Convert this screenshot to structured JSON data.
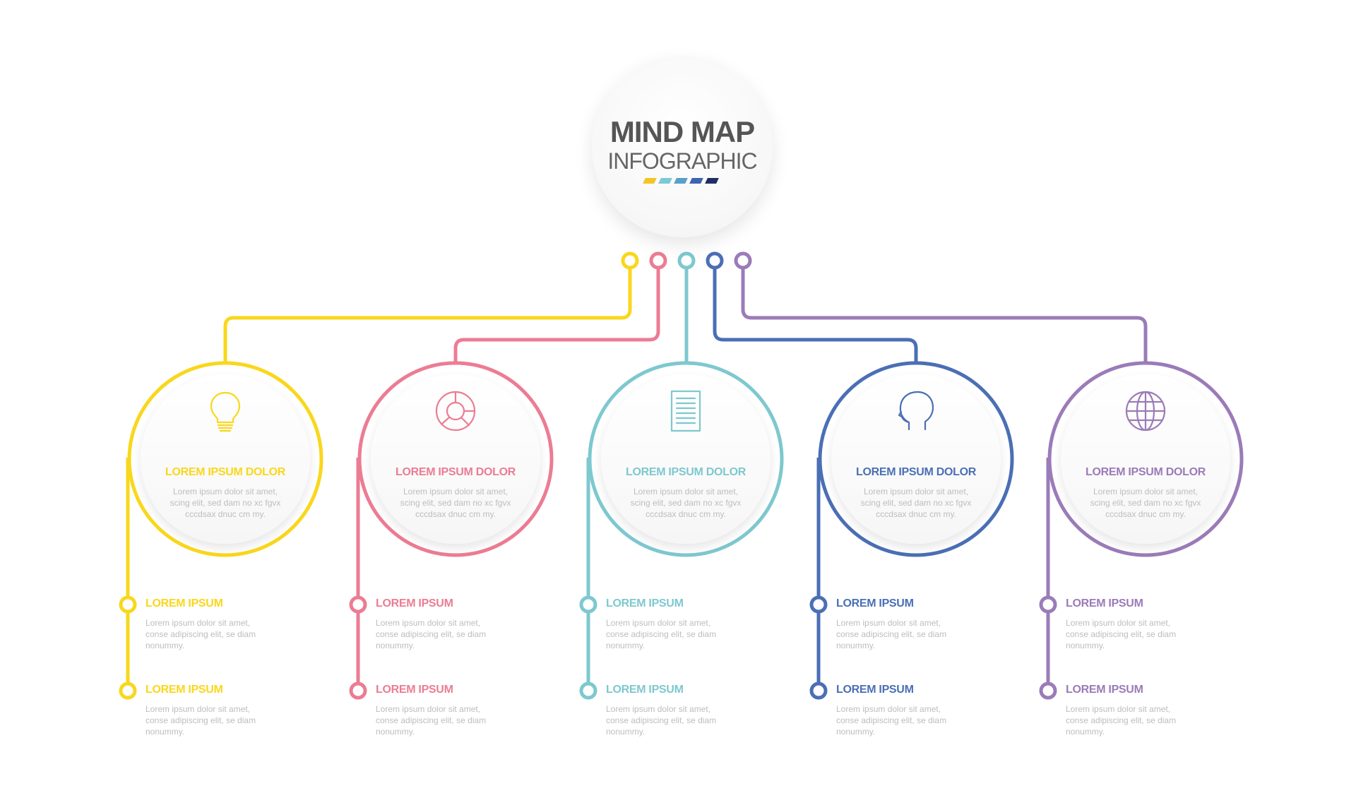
{
  "center": {
    "title": "MIND MAP",
    "subtitle": "INFOGRAPHIC",
    "dash_colors": [
      "#f3c623",
      "#7ec8d5",
      "#5aa0c9",
      "#3d63b2",
      "#1e2f66"
    ]
  },
  "nodes": [
    {
      "color": "#f9d71c",
      "icon": "lightbulb-icon",
      "title": "LOREM IPSUM DOLOR",
      "body": [
        "Lorem ipsum dolor sit amet,",
        "scing elit, sed dam no xc fgvx",
        "cccdsax dnuc cm my."
      ],
      "items": [
        {
          "title": "LOREM IPSUM",
          "body": [
            "Lorem ipsum dolor sit amet,",
            "conse adipiscing elit, se diam",
            "nonummy."
          ]
        },
        {
          "title": "LOREM IPSUM",
          "body": [
            "Lorem ipsum dolor sit amet,",
            "conse adipiscing elit, se diam",
            "nonummy."
          ]
        }
      ]
    },
    {
      "color": "#ec7c93",
      "icon": "pie-chart-icon",
      "title": "LOREM IPSUM DOLOR",
      "body": [
        "Lorem ipsum dolor sit amet,",
        "scing elit, sed dam no xc fgvx",
        "cccdsax dnuc cm my."
      ],
      "items": [
        {
          "title": "LOREM IPSUM",
          "body": [
            "Lorem ipsum dolor sit amet,",
            "conse adipiscing elit, se diam",
            "nonummy."
          ]
        },
        {
          "title": "LOREM IPSUM",
          "body": [
            "Lorem ipsum dolor sit amet,",
            "conse adipiscing elit, se diam",
            "nonummy."
          ]
        }
      ]
    },
    {
      "color": "#7ec8cf",
      "icon": "document-icon",
      "title": "LOREM IPSUM DOLOR",
      "body": [
        "Lorem ipsum dolor sit amet,",
        "scing elit, sed dam no xc fgvx",
        "cccdsax dnuc cm my."
      ],
      "items": [
        {
          "title": "LOREM IPSUM",
          "body": [
            "Lorem ipsum dolor sit amet,",
            "conse adipiscing elit, se diam",
            "nonummy."
          ]
        },
        {
          "title": "LOREM IPSUM",
          "body": [
            "Lorem ipsum dolor sit amet,",
            "conse adipiscing elit, se diam",
            "nonummy."
          ]
        }
      ]
    },
    {
      "color": "#4a6fb5",
      "icon": "human-head-icon",
      "title": "LOREM IPSUM DOLOR",
      "body": [
        "Lorem ipsum dolor sit amet,",
        "scing elit, sed dam no xc fgvx",
        "cccdsax dnuc cm my."
      ],
      "items": [
        {
          "title": "LOREM IPSUM",
          "body": [
            "Lorem ipsum dolor sit amet,",
            "conse adipiscing elit, se diam",
            "nonummy."
          ]
        },
        {
          "title": "LOREM IPSUM",
          "body": [
            "Lorem ipsum dolor sit amet,",
            "conse adipiscing elit, se diam",
            "nonummy."
          ]
        }
      ]
    },
    {
      "color": "#9b7bb8",
      "icon": "globe-icon",
      "title": "LOREM IPSUM DOLOR",
      "body": [
        "Lorem ipsum dolor sit amet,",
        "scing elit, sed dam no xc fgvx",
        "cccdsax dnuc cm my."
      ],
      "items": [
        {
          "title": "LOREM IPSUM",
          "body": [
            "Lorem ipsum dolor sit amet,",
            "conse adipiscing elit, se diam",
            "nonummy."
          ]
        },
        {
          "title": "LOREM IPSUM",
          "body": [
            "Lorem ipsum dolor sit amet,",
            "conse adipiscing elit, se diam",
            "nonummy."
          ]
        }
      ]
    }
  ]
}
